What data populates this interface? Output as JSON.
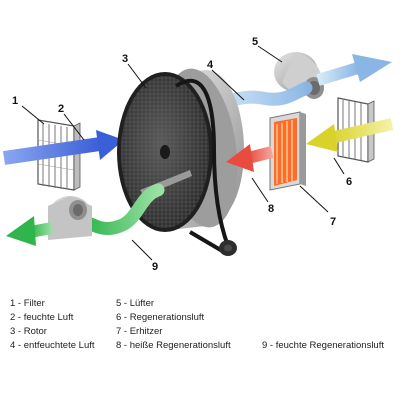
{
  "callouts": {
    "filter": "1",
    "humid_air": "2",
    "rotor": "3",
    "dehumidified_air": "4",
    "fan": "5",
    "regen_air": "6",
    "heater": "7",
    "hot_regen_air": "8",
    "humid_regen_air": "9"
  },
  "legend": {
    "l1": "1 - Filter",
    "l2": "2 - feuchte Luft",
    "l3": "3 - Rotor",
    "l4": "4 - entfeuchtete Luft",
    "l5": "5 - Lüfter",
    "l6": "6 - Regenerationsluft",
    "l7": "7 - Erhitzer",
    "l8": "8 - heiße Regenerationsluft",
    "l9": "9 - feuchte Regenerationsluft"
  },
  "colors": {
    "humid_air": "#4a6fe0",
    "dehumidified_air": "#9cc3ea",
    "hot_regen_air": "#f06a5e",
    "regen_air": "#e5e24a",
    "humid_regen_air": "#5cc86a",
    "heater": "#ff5a2a",
    "rotor_face": "#3e3e3e",
    "housing": "#b9b9b9"
  }
}
